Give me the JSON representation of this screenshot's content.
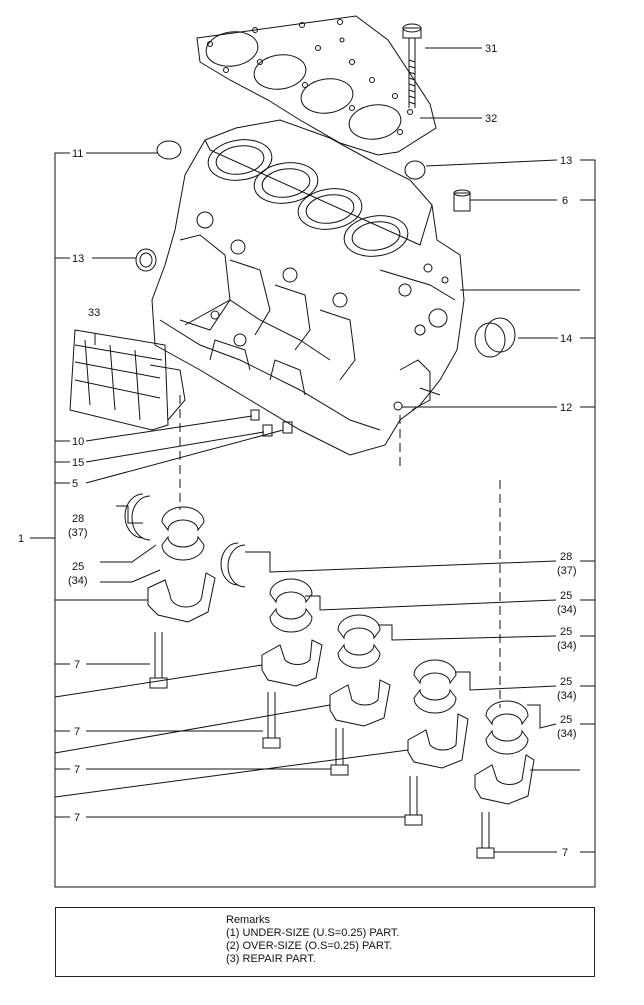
{
  "callouts": {
    "c1": "1",
    "c31": "31",
    "c32": "32",
    "c11": "11",
    "c13a": "13",
    "c6": "6",
    "c13b": "13",
    "c33": "33",
    "c14": "14",
    "c12": "12",
    "c10": "10",
    "c15": "15",
    "c5": "5",
    "c28a": "28",
    "c28a_sub": "(37)",
    "c25a": "25",
    "c25a_sub": "(34)",
    "c28b": "28",
    "c28b_sub": "(37)",
    "c25b": "25",
    "c25b_sub": "(34)",
    "c25c": "25",
    "c25c_sub": "(34)",
    "c25d": "25",
    "c25d_sub": "(34)",
    "c25e": "25",
    "c25e_sub": "(34)",
    "c7a": "7",
    "c7b": "7",
    "c7c": "7",
    "c7d": "7",
    "c7e": "7"
  },
  "remarks": {
    "title": "Remarks",
    "line1": "(1) UNDER-SIZE (U.S=0.25) PART.",
    "line2": "(2) OVER-SIZE (O.S=0.25) PART.",
    "line3": "(3) REPAIR PART."
  }
}
